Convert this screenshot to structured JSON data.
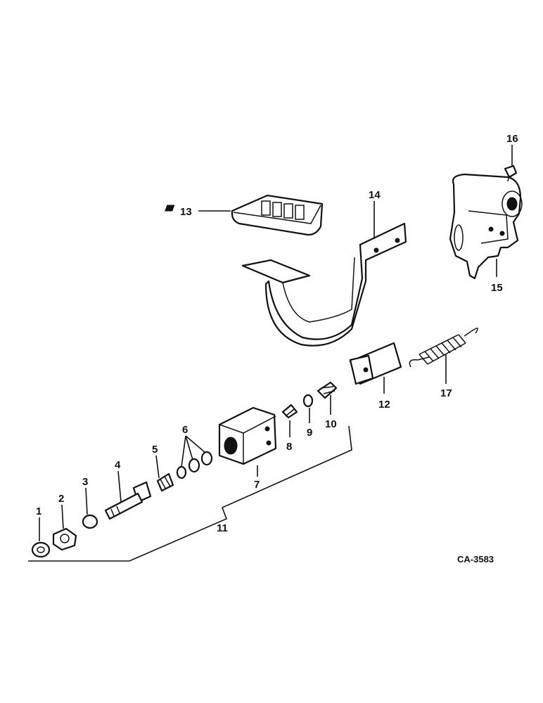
{
  "callouts": {
    "c1": "1",
    "c2": "2",
    "c3": "3",
    "c4": "4",
    "c5": "5",
    "c6": "6",
    "c7": "7",
    "c8": "8",
    "c9": "9",
    "c10": "10",
    "c11": "11",
    "c12": "12",
    "c13": "13",
    "c14": "14",
    "c15": "15",
    "c16": "16",
    "c17": "17"
  },
  "drawing_code": "CA-3583"
}
